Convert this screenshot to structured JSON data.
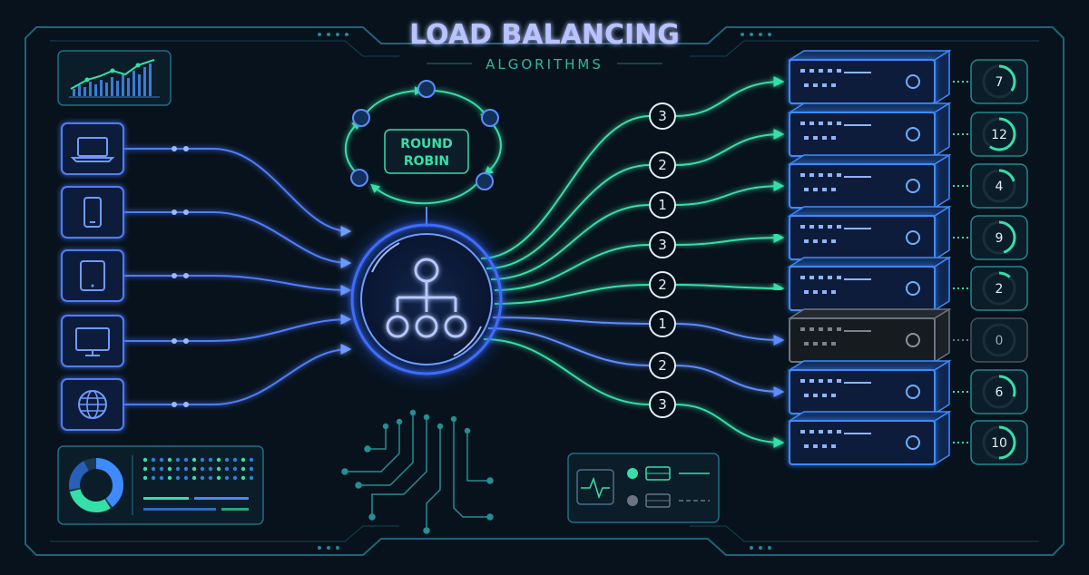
{
  "title": "LOAD BALANCING",
  "subtitle": "ALGORITHMS",
  "algorithm_label_line1": "ROUND",
  "algorithm_label_line2": "ROBIN",
  "colors": {
    "background": "#07121c",
    "frame": "#1f6f86",
    "client_blue": "#4f7dff",
    "server_teal": "#35e0a8",
    "server_blue": "#3e8bff",
    "inactive_gray": "#6b7480",
    "title_lavender": "#b9c3ff"
  },
  "clients": [
    {
      "icon": "laptop-icon"
    },
    {
      "icon": "smartphone-icon"
    },
    {
      "icon": "tablet-icon"
    },
    {
      "icon": "desktop-monitor-icon"
    },
    {
      "icon": "globe-icon"
    }
  ],
  "routes": [
    {
      "weight": "3",
      "color": "teal"
    },
    {
      "weight": "2",
      "color": "teal"
    },
    {
      "weight": "1",
      "color": "teal"
    },
    {
      "weight": "3",
      "color": "teal"
    },
    {
      "weight": "2",
      "color": "teal"
    },
    {
      "weight": "1",
      "color": "blue"
    },
    {
      "weight": "2",
      "color": "blue"
    },
    {
      "weight": "3",
      "color": "teal"
    }
  ],
  "servers": [
    {
      "connections": "7",
      "status": "active",
      "load": 0.35
    },
    {
      "connections": "12",
      "status": "active",
      "load": 0.6
    },
    {
      "connections": "4",
      "status": "active",
      "load": 0.2
    },
    {
      "connections": "9",
      "status": "active",
      "load": 0.45
    },
    {
      "connections": "2",
      "status": "active",
      "load": 0.12
    },
    {
      "connections": "0",
      "status": "inactive",
      "load": 0
    },
    {
      "connections": "6",
      "status": "active",
      "load": 0.3
    },
    {
      "connections": "10",
      "status": "active",
      "load": 0.5
    }
  ]
}
